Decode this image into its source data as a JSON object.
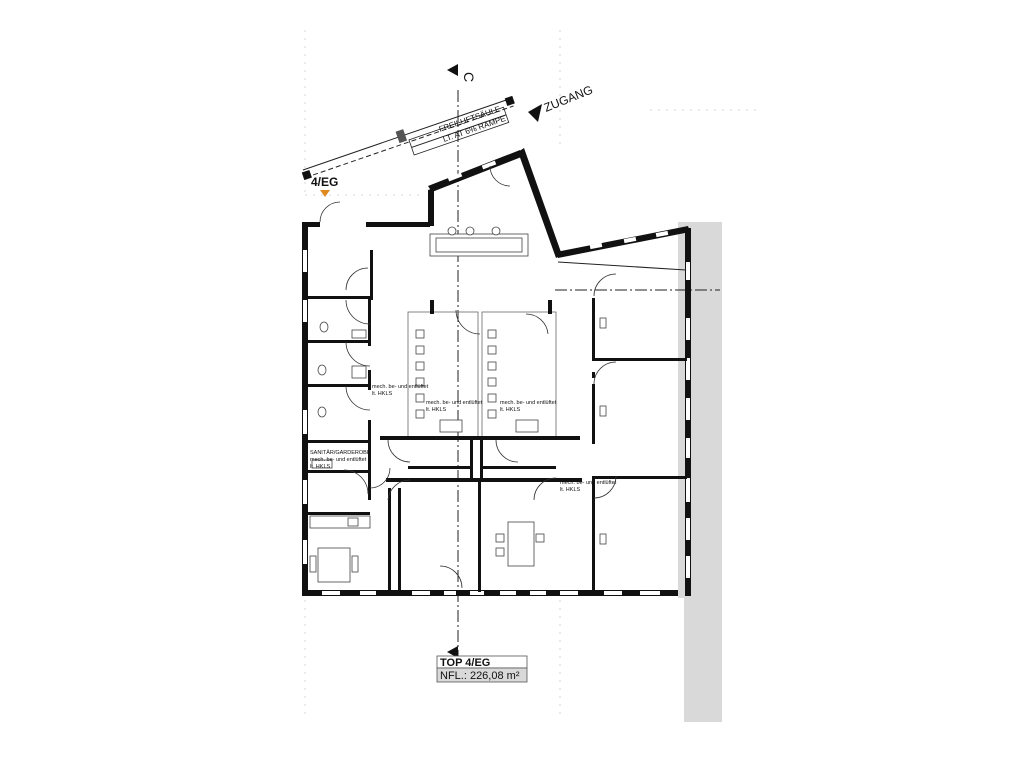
{
  "labels": {
    "section_mark": "C",
    "entrance": "ZUGANG",
    "ramp_line1": "FREILUFTSÄULE",
    "ramp_line2": "LT. AT  6% RAMPE",
    "unit_code": "4/EG",
    "room_note_left": "SANITÄR/GARDEROBE",
    "vent_line1": "mech. be- und entlüftet",
    "vent_line2": "lt. HKLS"
  },
  "summary": {
    "title": "TOP 4/EG",
    "area": "NFL.: 226,08 m²"
  },
  "colors": {
    "wall": "#111111",
    "neighbor_building": "#d9d9d9",
    "marker": "#e08a1e"
  }
}
